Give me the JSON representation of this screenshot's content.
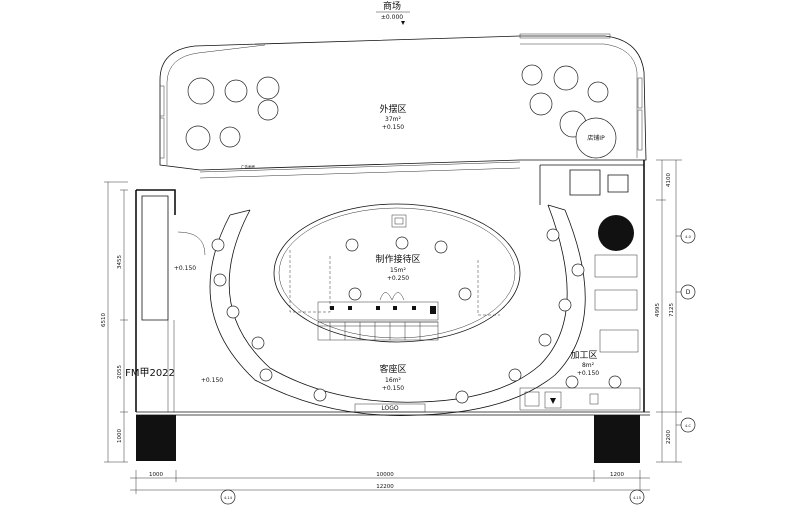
{
  "areas": {
    "mall": {
      "name": "商场",
      "level": "±0.000"
    },
    "outdoor": {
      "name": "外摆区",
      "area": "37m²",
      "level": "+0.150"
    },
    "shop": {
      "name": "店铺IP"
    },
    "production": {
      "name": "制作接待区",
      "area": "15m²",
      "level": "+0.250"
    },
    "guest": {
      "name": "客座区",
      "area": "16m²",
      "level": "+0.150"
    },
    "processing": {
      "name": "加工区",
      "area": "8m²",
      "level": "+0.150"
    },
    "left_level": "+0.150",
    "corridor_level": "+0.150",
    "fm_label": "FM甲2022",
    "logo": "LOGO",
    "billboard": "广告画面"
  },
  "dimensions": {
    "left_vertical": [
      "3455",
      "6510",
      "2055",
      "1000"
    ],
    "right_vertical": [
      "4100",
      "4995",
      "7125",
      "2200"
    ],
    "bottom_segments": [
      "1000",
      "10000",
      "1200"
    ],
    "bottom_total": "12200"
  },
  "grid_markers": {
    "bottom": [
      "4-14",
      "4-15"
    ],
    "right": [
      "4-0",
      "D",
      "4-C"
    ]
  }
}
